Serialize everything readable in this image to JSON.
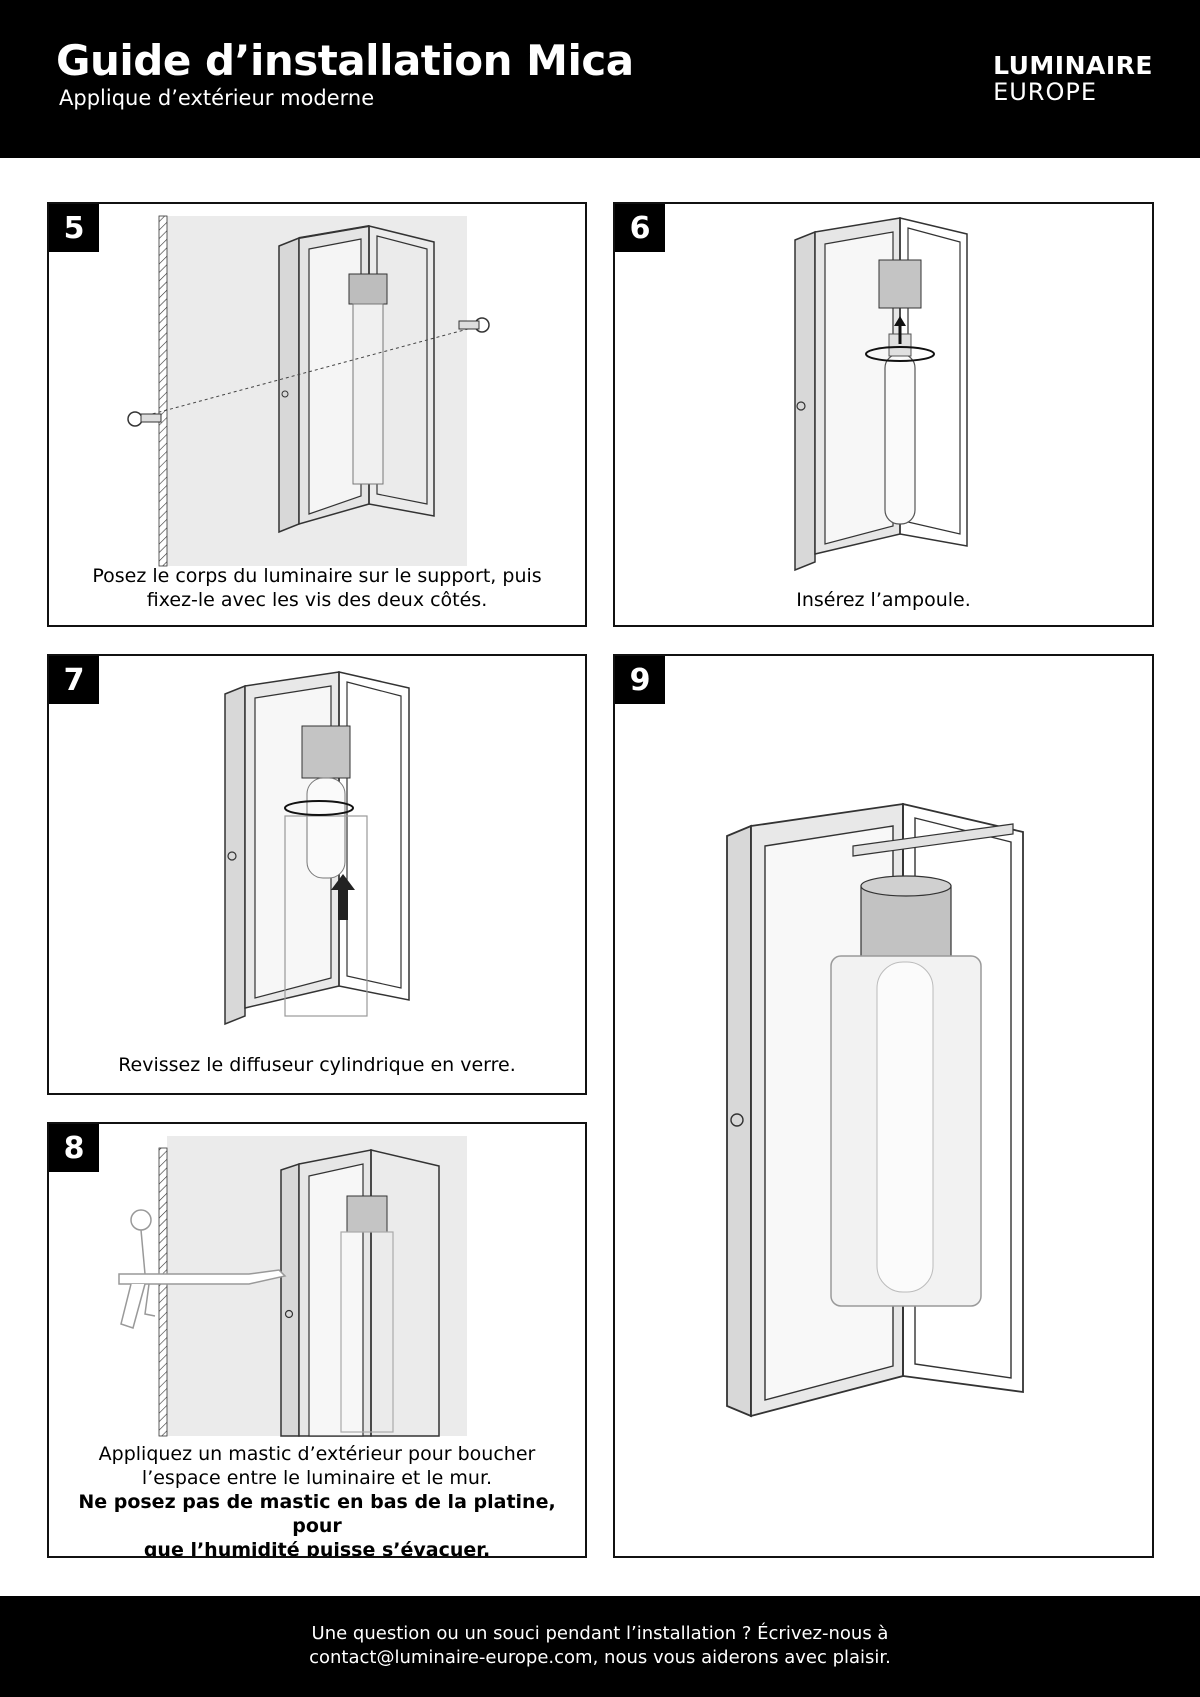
{
  "header": {
    "title": "Guide d’installation Mica",
    "subtitle": "Applique d’extérieur moderne",
    "brand_line1": "LUMINAIRE",
    "brand_line2": "EUROPE"
  },
  "steps": [
    {
      "number": "5",
      "caption_line1": "Posez le corps du luminaire sur le support, puis",
      "caption_line2": "fixez-le avec les vis des deux côtés."
    },
    {
      "number": "6",
      "caption_line1": "Insérez l’ampoule."
    },
    {
      "number": "7",
      "caption_line1": "Revissez le diffuseur cylindrique en verre."
    },
    {
      "number": "8",
      "caption_line1": "Appliquez un mastic d’extérieur pour boucher",
      "caption_line2": "l’espace entre le luminaire et le mur.",
      "warning_line1": "Ne posez pas de mastic en bas de la platine, pour",
      "warning_line2": "que l’humidité puisse s’évacuer."
    },
    {
      "number": "9"
    }
  ],
  "footer": {
    "line1": "Une question ou un souci pendant l’installation ? Écrivez-nous à",
    "line2": "contact@luminaire-europe.com, nous vous aiderons avec plaisir."
  }
}
